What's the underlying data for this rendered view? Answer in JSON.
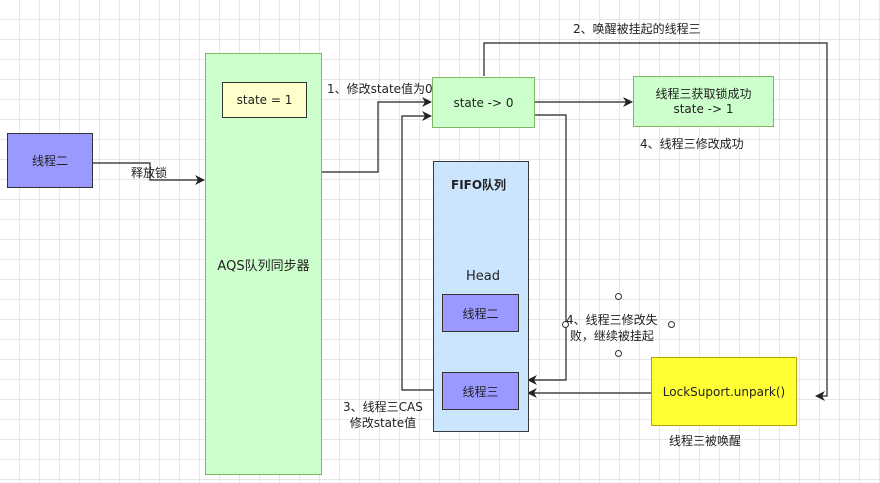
{
  "nodes": {
    "thread_two": "线程二",
    "aqs": "AQS队列同步器",
    "state_eq_1": "state = 1",
    "state_to_0": "state -> 0",
    "success_line1": "线程三获取锁成功",
    "success_line2": "state -> 1",
    "fifo_title": "FIFO队列",
    "head": "Head",
    "queue_thread_two": "线程二",
    "queue_thread_three": "线程三",
    "unpark": "LockSuport.unpark()"
  },
  "labels": {
    "release_lock": "释放锁",
    "step1": "1、修改state值为0",
    "step2": "2、唤醒被挂起的线程三",
    "step4_success": "4、线程三修改成功",
    "step4_fail_line1": "4、线程三修改失",
    "step4_fail_line2": "败，继续被挂起",
    "step3_line1": "3、线程三CAS",
    "step3_line2": "修改state值",
    "awakened": "线程三被唤醒"
  },
  "colors": {
    "thread_box": "#9999ff",
    "state_box": "#ccffcc",
    "aqs_box": "#ccffcc",
    "fifo_box": "#cce5ff",
    "unpark_box": "#ffff33",
    "state_eq_box": "#ffffcc"
  }
}
